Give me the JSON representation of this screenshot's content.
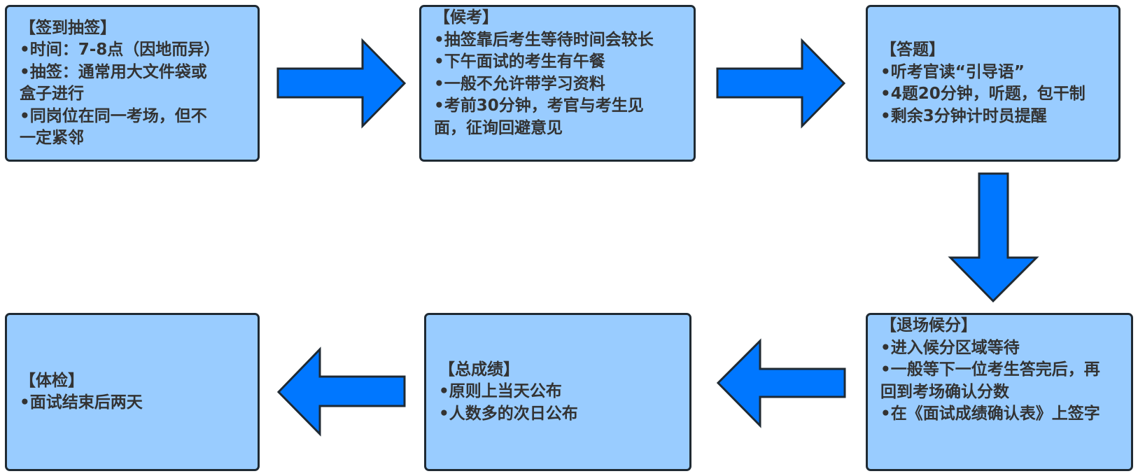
{
  "colors": {
    "box_fill": "#99ccff",
    "box_border": "#1f2a33",
    "arrow_fill": "#0077ff",
    "text": "#333333"
  },
  "steps": [
    {
      "title": "【签到抽签】",
      "lines": [
        "•时间：7-8点（因地而异）",
        "•抽签：通常用大文件袋或盒子进行",
        "•同岗位在同一考场，但不一定紧邻"
      ]
    },
    {
      "title": "【候考】",
      "lines": [
        "•抽签靠后考生等待时间会较长",
        "•下午面试的考生有午餐",
        "•一般不允许带学习资料",
        "•考前30分钟，考官与考生见面，征询回避意见"
      ]
    },
    {
      "title": "【答题】",
      "lines": [
        "•听考官读“引导语”",
        "•4题20分钟，听题，包干制",
        "•剩余3分钟计时员提醒"
      ]
    },
    {
      "title": "【退场候分】",
      "lines": [
        "•进入候分区域等待",
        "•一般等下一位考生答完后，再回到考场确认分数",
        "•在《面试成绩确认表》上签字"
      ]
    },
    {
      "title": "【总成绩】",
      "lines": [
        "•原则上当天公布",
        "•人数多的次日公布"
      ]
    },
    {
      "title": "【体检】",
      "lines": [
        "•面试结束后两天"
      ]
    }
  ],
  "arrows": [
    {
      "icon": "arrow-right-icon",
      "from": 0,
      "to": 1
    },
    {
      "icon": "arrow-right-icon",
      "from": 1,
      "to": 2
    },
    {
      "icon": "arrow-down-icon",
      "from": 2,
      "to": 3
    },
    {
      "icon": "arrow-left-icon",
      "from": 3,
      "to": 4
    },
    {
      "icon": "arrow-left-icon",
      "from": 4,
      "to": 5
    }
  ]
}
